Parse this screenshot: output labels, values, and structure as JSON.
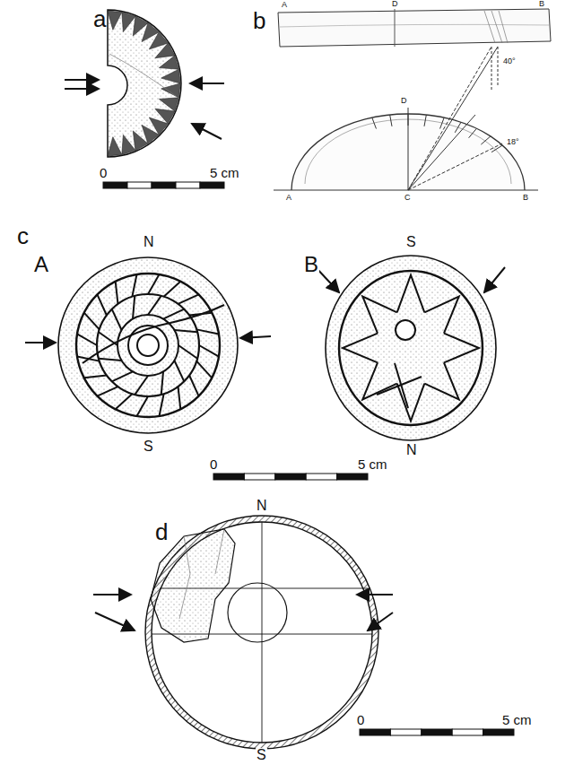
{
  "diagram": {
    "labels": [
      "a",
      "0",
      "5 cm",
      "b",
      "A",
      "D",
      "B",
      "D",
      "40°",
      "18°",
      "A",
      "C",
      "B",
      "c",
      "A",
      "N",
      "S",
      "B",
      "S",
      "N",
      "0",
      "5 cm",
      "N",
      "d",
      "S",
      "0",
      "5 cm"
    ]
  }
}
